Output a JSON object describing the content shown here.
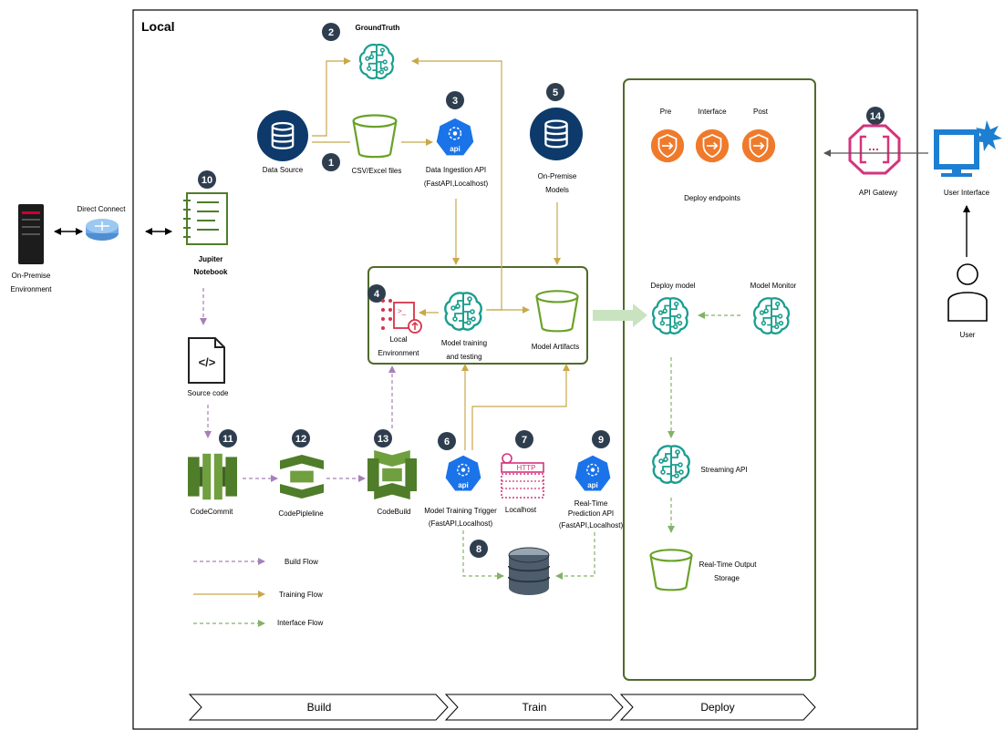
{
  "frame": {
    "title": "Local"
  },
  "onprem": {
    "label_line1": "On-Premise",
    "label_line2": "Environment",
    "link": "Direct Connect"
  },
  "notebook": {
    "num": "10",
    "line1": "Jupiter",
    "line2": "Notebook"
  },
  "source_code": {
    "label": "Source code"
  },
  "data_source": {
    "label": "Data Source"
  },
  "groundtruth": {
    "num": "2",
    "label": "GroundTruth"
  },
  "csv": {
    "num": "1",
    "label": "CSV/Excel files"
  },
  "ingestion": {
    "num": "3",
    "line1": "Data Ingestion API",
    "line2": "(FastAPI,Localhost)"
  },
  "onprem_models": {
    "num": "5",
    "line1": "On-Premise",
    "line2": "Models"
  },
  "local_env": {
    "num": "4",
    "line1": "Local",
    "line2": "Environment"
  },
  "training": {
    "line1": "Model training",
    "line2": "and testing"
  },
  "artifacts": {
    "label": "Model Artifacts"
  },
  "codecommit": {
    "num": "11",
    "label": "CodeCommit"
  },
  "codepipeline": {
    "num": "12",
    "label": "CodePipleline"
  },
  "codebuild": {
    "num": "13",
    "label": "CodeBuild"
  },
  "trigger": {
    "num": "6",
    "line1": "Model Training Trigger",
    "line2": "(FastAPI,Localhost)"
  },
  "localhost": {
    "num": "7",
    "label": "Localhost",
    "badge": "HTTP"
  },
  "realtime_api": {
    "num": "9",
    "line1": "Real-Time",
    "line2": "Prediction API",
    "line3": "(FastAPI,Localhost)"
  },
  "database": {
    "num": "8"
  },
  "api_badge": "api",
  "legend": {
    "build": "Build Flow",
    "training": "Training Flow",
    "interface": "Interface Flow"
  },
  "deploy": {
    "endpoint_pre": "Pre",
    "endpoint_interface": "Interface",
    "endpoint_post": "Post",
    "endpoints_label": "Deploy endpoints",
    "deploy_model": "Deploy model",
    "model_monitor": "Model Monitor",
    "streaming": "Streaming API",
    "output_line1": "Real-Time Output",
    "output_line2": "Storage"
  },
  "gateway": {
    "num": "14",
    "label": "API Gatewy"
  },
  "user_interface": {
    "label": "User Interface"
  },
  "user": {
    "label": "User"
  },
  "stages": {
    "build": "Build",
    "train": "Train",
    "deploy": "Deploy"
  },
  "colors": {
    "build_flow": "#a680b8",
    "training_flow": "#c8a84b",
    "interface_flow": "#82b366",
    "aws_green": "#4f7d2a",
    "ml_teal": "#1a9e8f",
    "api_blue": "#1a73e8",
    "badge_dark": "#2f3e4e",
    "db_navy": "#0d3a6b",
    "endpoint_orange": "#f07a2b",
    "gateway_pink": "#d6337e",
    "ui_blue": "#1d7fd1"
  }
}
